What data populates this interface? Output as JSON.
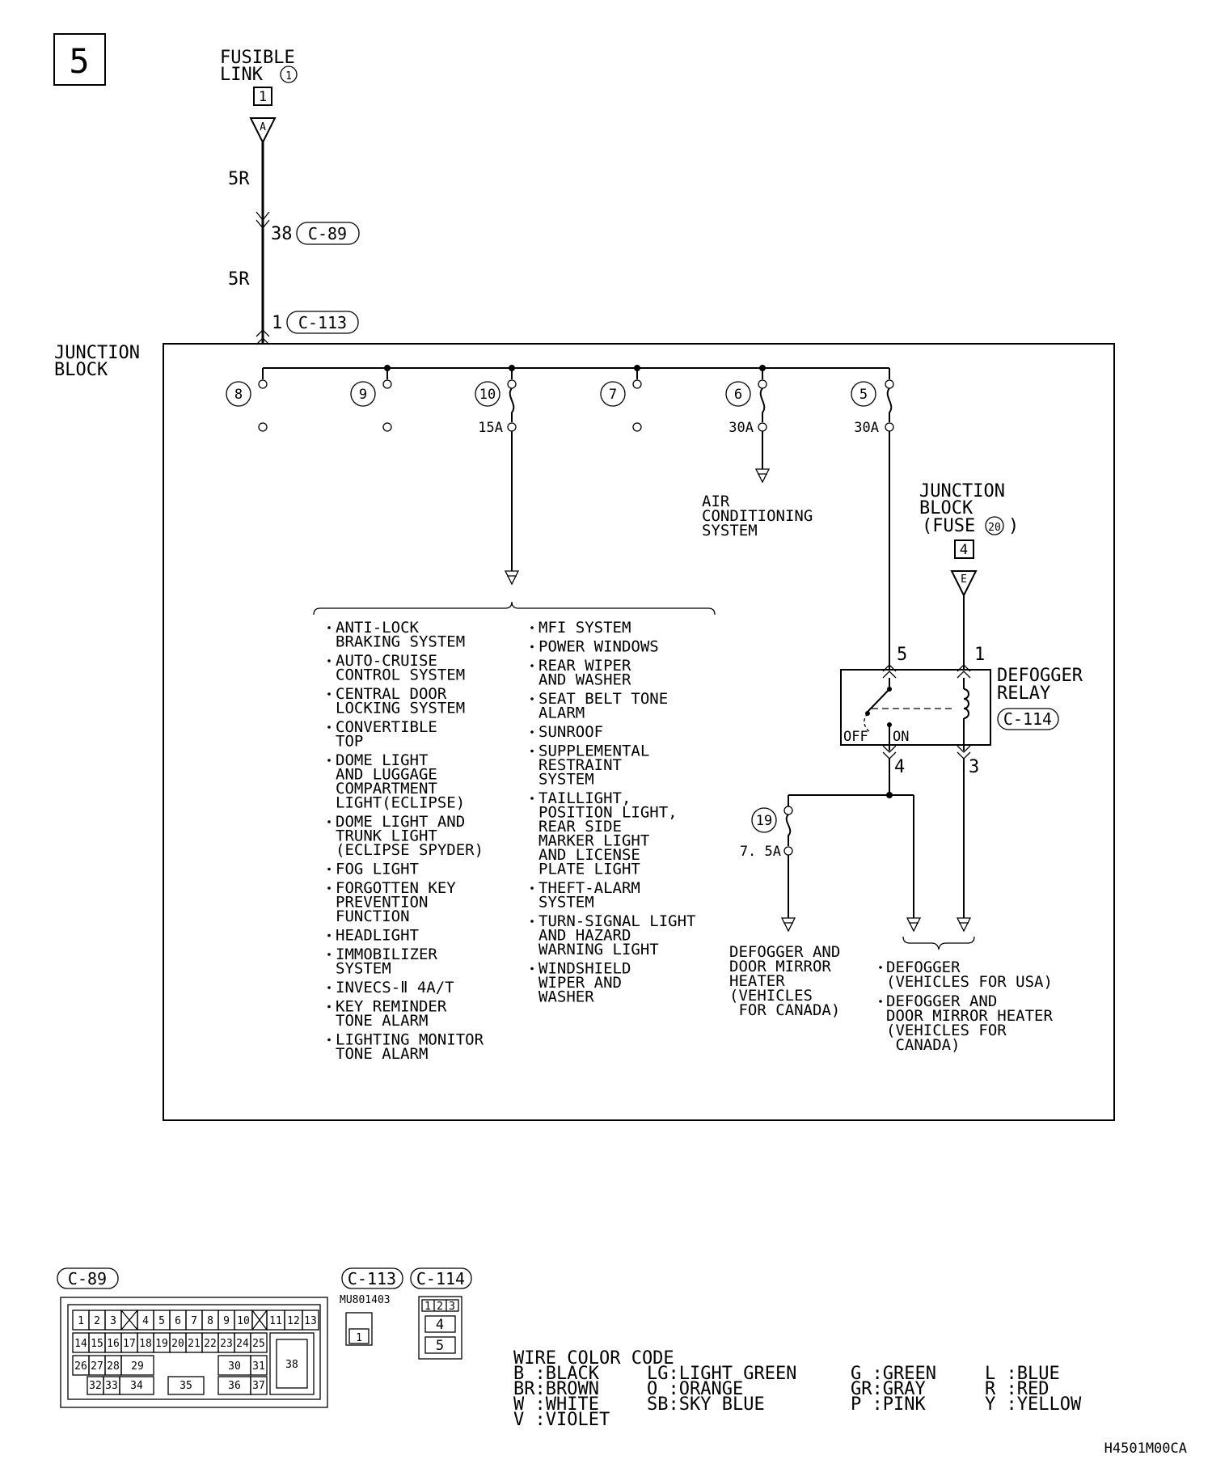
{
  "page_number": "5",
  "fusible_link": {
    "label_line1": "FUSIBLE",
    "label_line2": "LINK",
    "number": "1",
    "box": "1",
    "conn": "A"
  },
  "wire_top_color": "5R",
  "wire_mid_color": "5R",
  "conn_c89": {
    "pin": "38",
    "name": "C-89"
  },
  "conn_c113": {
    "pin": "1",
    "name": "C-113"
  },
  "junction_block": {
    "line1": "JUNCTION",
    "line2": "BLOCK"
  },
  "fuses": [
    {
      "number": "8",
      "rating": ""
    },
    {
      "number": "9",
      "rating": ""
    },
    {
      "number": "10",
      "rating": "15A"
    },
    {
      "number": "7",
      "rating": ""
    },
    {
      "number": "6",
      "rating": "30A"
    },
    {
      "number": "5",
      "rating": "30A"
    }
  ],
  "air_conditioning": [
    "AIR",
    "CONDITIONING",
    "SYSTEM"
  ],
  "jb_fuse20": {
    "line1": "JUNCTION",
    "line2": "BLOCK",
    "line3a": "(FUSE",
    "fuse_no": "20",
    "line3b": ")",
    "box": "4",
    "conn": "E"
  },
  "relay": {
    "name_line1": "DEFOGGER",
    "name_line2": "RELAY",
    "conn": "C-114",
    "pin5": "5",
    "pin1": "1",
    "pin4": "4",
    "pin3": "3",
    "off": "OFF",
    "on": "ON"
  },
  "fuse19": {
    "number": "19",
    "rating": "7. 5A"
  },
  "defogger_canada": [
    "DEFOGGER AND",
    "DOOR MIRROR",
    "HEATER",
    "(VEHICLES",
    " FOR CANADA)"
  ],
  "defogger_list": [
    [
      "DEFOGGER",
      "(VEHICLES FOR USA)"
    ],
    [
      "DEFOGGER AND",
      "DOOR MIRROR HEATER",
      "(VEHICLES FOR",
      " CANADA)"
    ]
  ],
  "systems_left": [
    [
      "ANTI-LOCK",
      "BRAKING SYSTEM"
    ],
    [
      "AUTO-CRUISE",
      "CONTROL SYSTEM"
    ],
    [
      "CENTRAL DOOR",
      "LOCKING SYSTEM"
    ],
    [
      "CONVERTIBLE",
      "TOP"
    ],
    [
      "DOME LIGHT",
      "AND LUGGAGE",
      "COMPARTMENT",
      "LIGHT(ECLIPSE)"
    ],
    [
      "DOME LIGHT AND",
      "TRUNK LIGHT",
      "(ECLIPSE SPYDER)"
    ],
    [
      "FOG LIGHT"
    ],
    [
      "FORGOTTEN KEY",
      "PREVENTION",
      "FUNCTION"
    ],
    [
      "HEADLIGHT"
    ],
    [
      "IMMOBILIZER",
      "SYSTEM"
    ],
    [
      "INVECS-Ⅱ 4A/T"
    ],
    [
      "KEY REMINDER",
      "TONE ALARM"
    ],
    [
      "LIGHTING MONITOR",
      "TONE ALARM"
    ]
  ],
  "systems_right": [
    [
      "MFI SYSTEM"
    ],
    [
      "POWER WINDOWS"
    ],
    [
      "REAR WIPER",
      "AND WASHER"
    ],
    [
      "SEAT BELT TONE",
      "ALARM"
    ],
    [
      "SUNROOF"
    ],
    [
      "SUPPLEMENTAL",
      "RESTRAINT",
      "SYSTEM"
    ],
    [
      "TAILLIGHT,",
      "POSITION LIGHT,",
      "REAR SIDE",
      "MARKER LIGHT",
      "AND LICENSE",
      "PLATE LIGHT"
    ],
    [
      "THEFT-ALARM",
      "SYSTEM"
    ],
    [
      "TURN-SIGNAL LIGHT",
      "AND HAZARD",
      "WARNING LIGHT"
    ],
    [
      "WINDSHIELD",
      "WIPER AND",
      "WASHER"
    ]
  ],
  "connector_views": {
    "c89": {
      "name": "C-89",
      "pins": [
        "1",
        "2",
        "3",
        "4",
        "5",
        "6",
        "7",
        "8",
        "9",
        "10",
        "11",
        "12",
        "13",
        "14",
        "15",
        "16",
        "17",
        "18",
        "19",
        "20",
        "21",
        "22",
        "23",
        "24",
        "25",
        "26",
        "27",
        "28",
        "29",
        "30",
        "31",
        "38",
        "32",
        "33",
        "34",
        "35",
        "36",
        "37"
      ]
    },
    "c113": {
      "name": "C-113",
      "part": "MU801403",
      "pins": [
        "1"
      ]
    },
    "c114": {
      "name": "C-114",
      "pins": [
        "1",
        "2",
        "3",
        "4",
        "5"
      ]
    }
  },
  "wire_color_code": {
    "title": "WIRE COLOR CODE",
    "rows": [
      [
        "B :BLACK",
        "LG:LIGHT GREEN",
        "G :GREEN",
        "L :BLUE"
      ],
      [
        "BR:BROWN",
        "O :ORANGE",
        "GR:GRAY",
        "R :RED"
      ],
      [
        "W :WHITE",
        "SB:SKY BLUE",
        "P :PINK",
        "Y :YELLOW"
      ],
      [
        "V :VIOLET",
        "",
        "",
        ""
      ]
    ]
  },
  "figure_code": "H4501M00CA"
}
